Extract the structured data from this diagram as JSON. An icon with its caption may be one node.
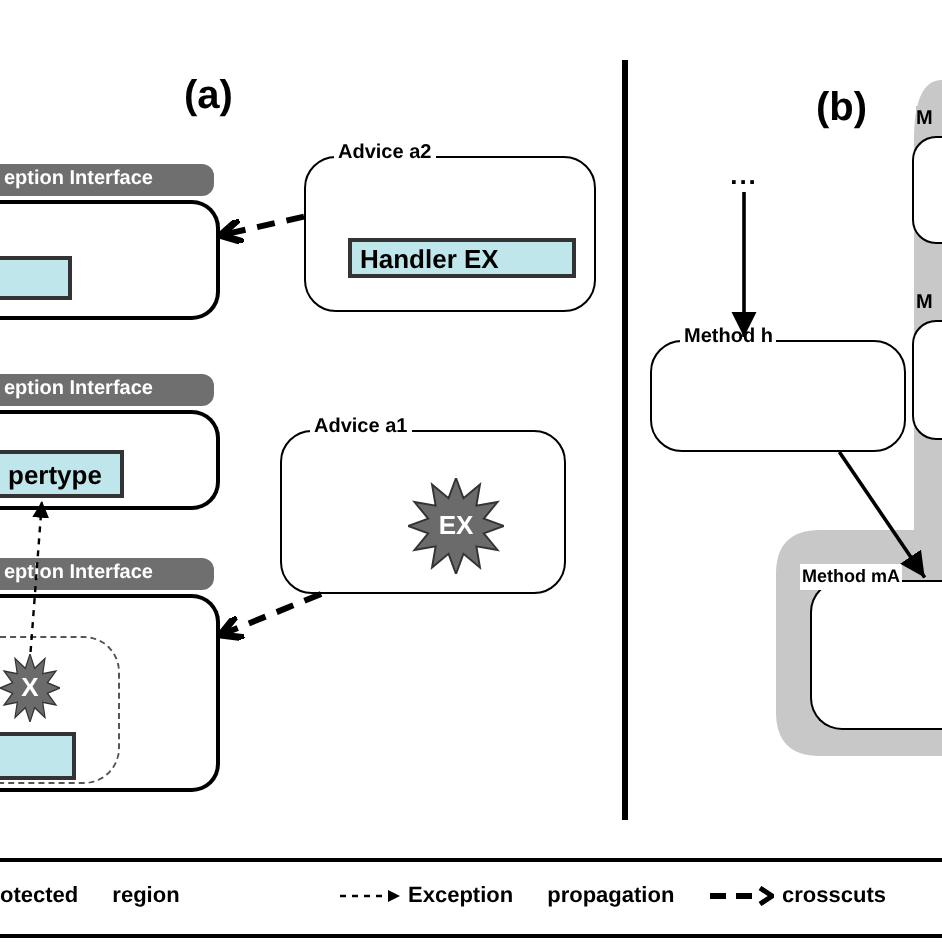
{
  "diagram": {
    "nodes": [
      {
        "text": [
          "eption Interface"
        ]
      },
      {
        "text": [],
        "shape": "box",
        "in": 0
      },
      {
        "text": [
          "eption Interface"
        ]
      },
      {
        "text": [
          "pertype"
        ],
        "in": 2
      },
      {
        "text": [
          "eption Interface"
        ]
      },
      {
        "text": [],
        "shape": "box",
        "in": 4
      },
      {
        "text": [
          "X"
        ],
        "in": 5
      },
      {
        "text": [],
        "shape": "box",
        "in": 5
      },
      {
        "text": [
          "Advice a2"
        ]
      },
      {
        "text": [
          "Handler EX"
        ],
        "in": 8
      },
      {
        "text": [
          "Advice a1"
        ]
      },
      {
        "text": [
          "EX"
        ],
        "in": 10
      },
      {
        "text": [
          "..."
        ]
      },
      {
        "text": [
          "Method h"
        ]
      },
      {
        "text": [],
        "shape": "box"
      },
      {
        "text": [
          "Method mA"
        ],
        "in": 14
      },
      {
        "text": [
          "M"
        ],
        "in": 14
      },
      {
        "text": [
          "M"
        ],
        "in": 14
      }
    ],
    "edges": [
      {
        "from": 8,
        "to": 0,
        "arrow": "to",
        "style": "dashed"
      },
      {
        "from": 10,
        "to": 4,
        "arrow": "to",
        "style": "dashed"
      },
      {
        "from": 6,
        "to": 3,
        "arrow": "to",
        "style": "dashed"
      },
      {
        "from": 12,
        "to": 13,
        "arrow": "to"
      },
      {
        "from": 13,
        "to": 15,
        "arrow": "to"
      }
    ],
    "labels": [
      "(a)",
      "(b)"
    ],
    "legend": [
      {
        "text": "otected region"
      },
      {
        "text": "Exception propagation"
      },
      {
        "text": "crosscuts"
      }
    ]
  }
}
